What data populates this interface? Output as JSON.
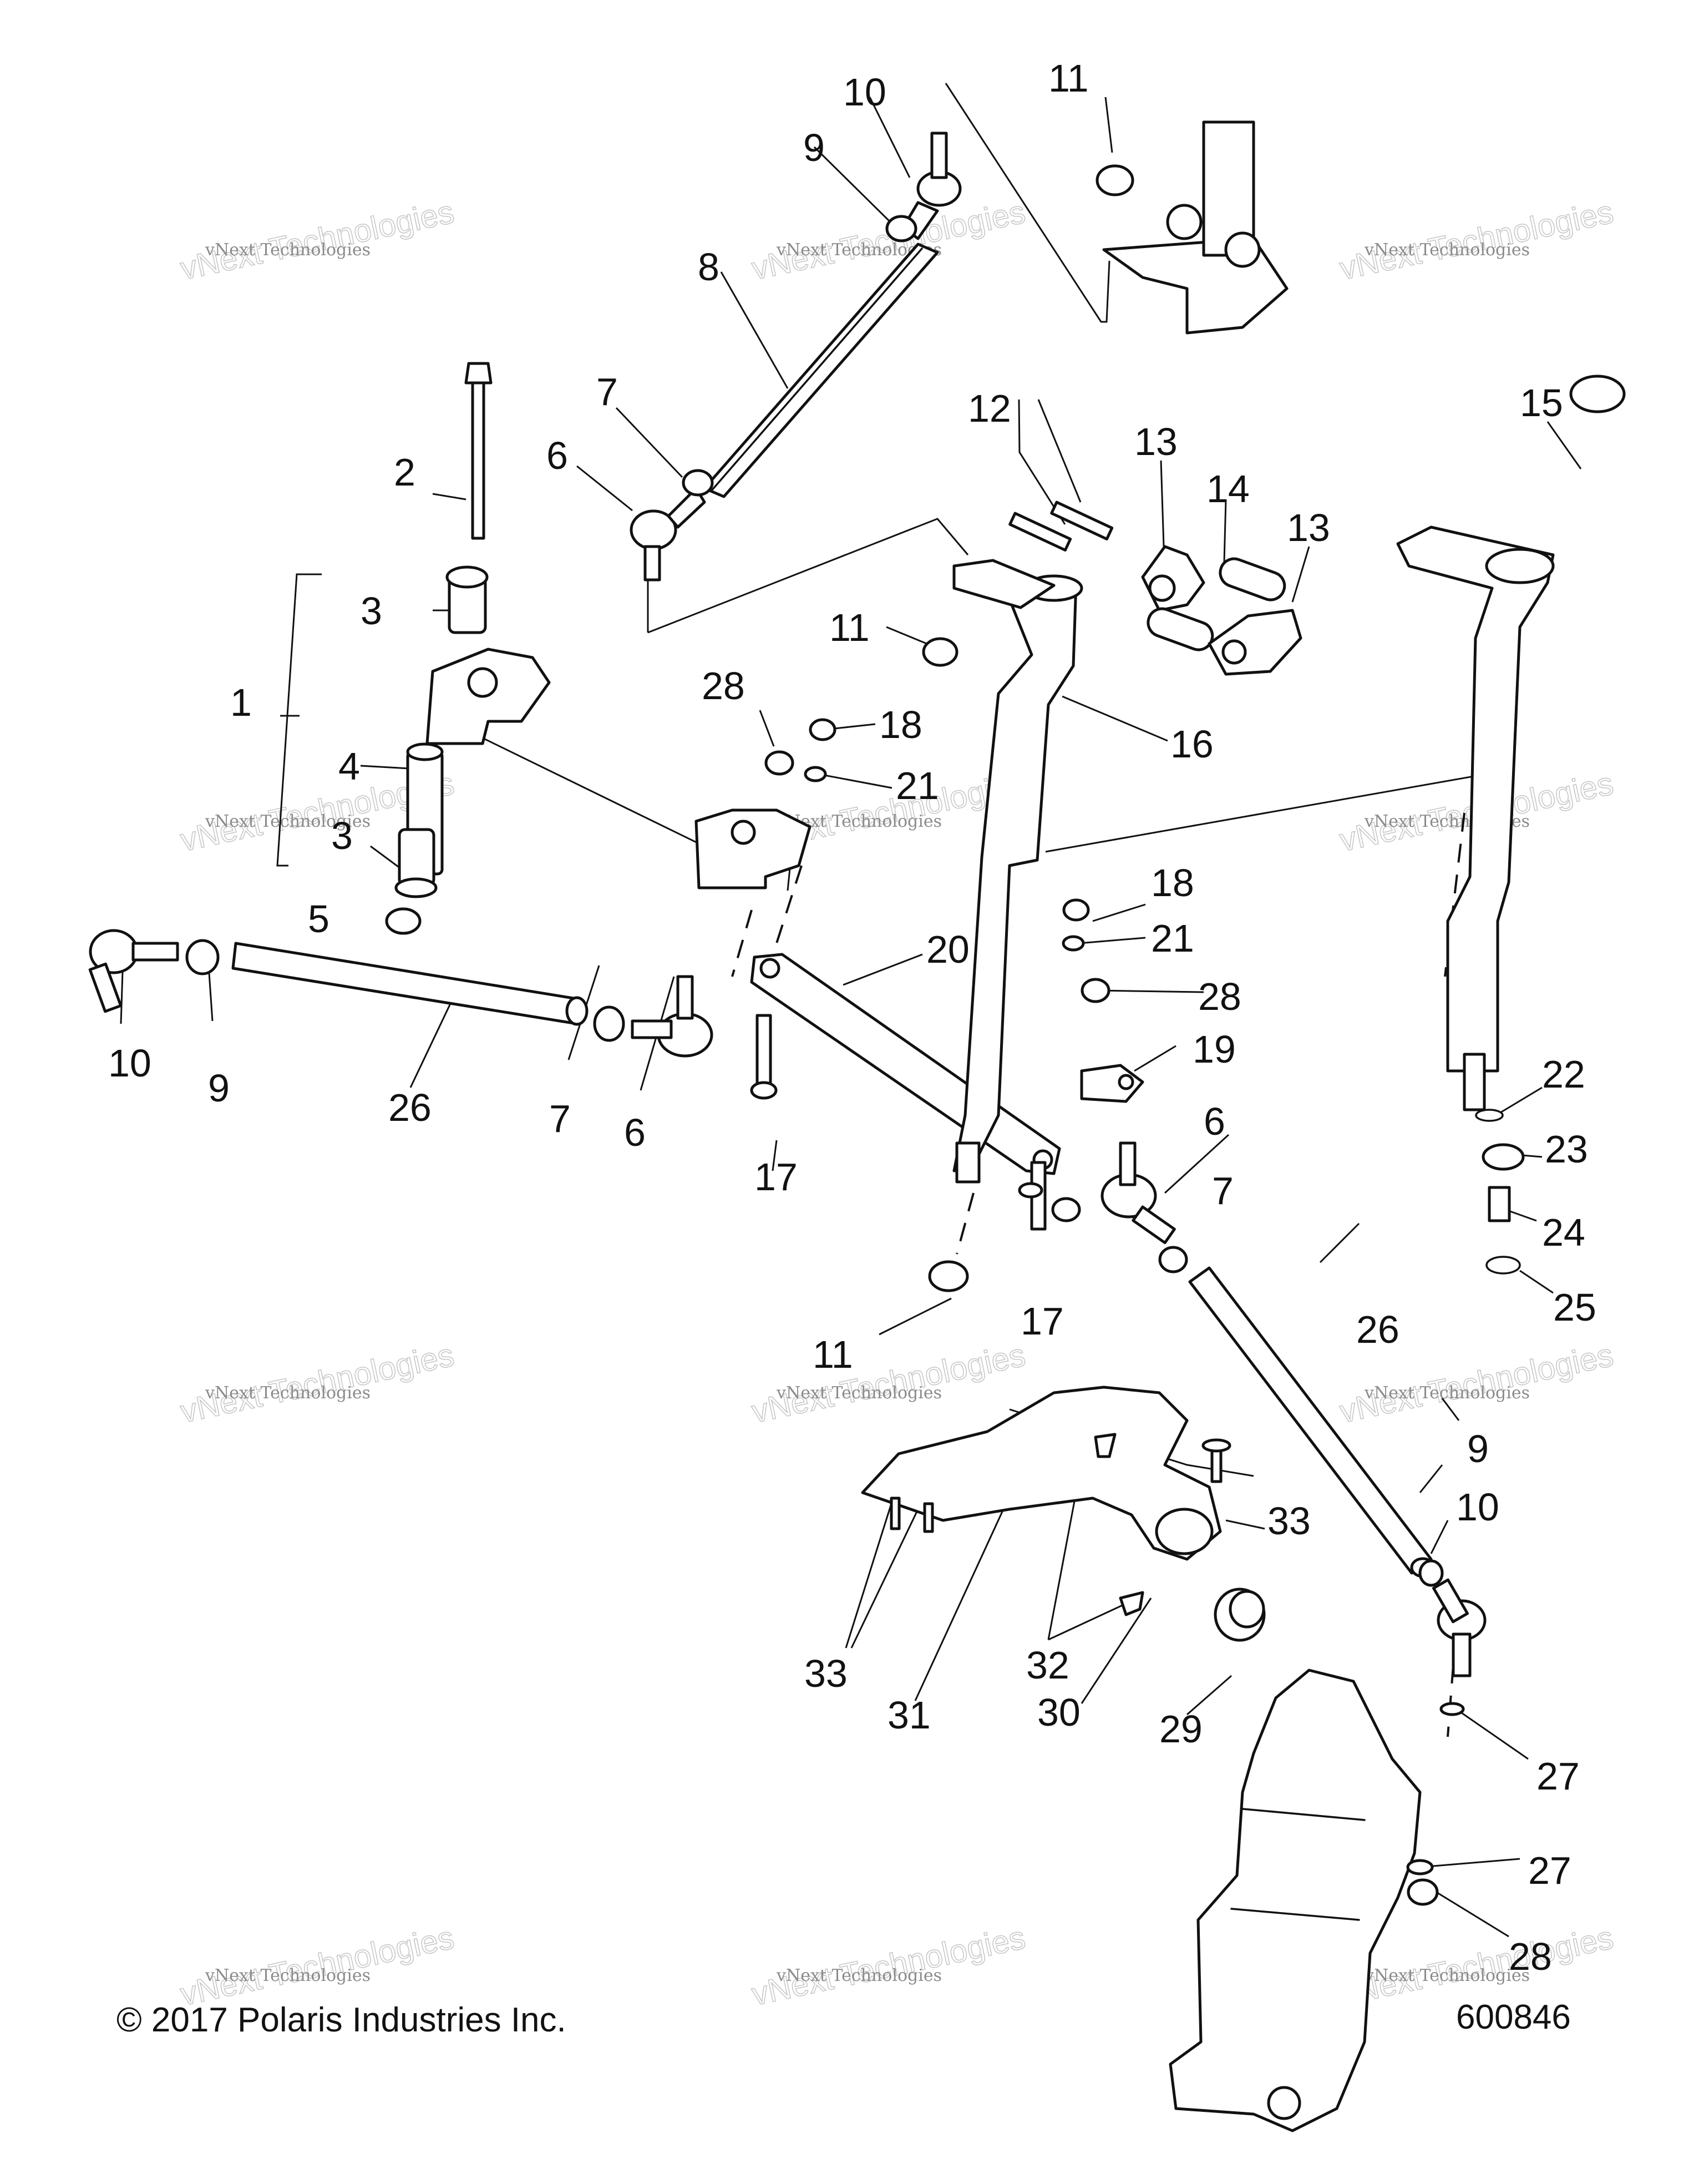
{
  "diagram": {
    "callouts": [
      "10",
      "11",
      "9",
      "8",
      "7",
      "6",
      "2",
      "3",
      "1",
      "4",
      "3",
      "5",
      "10",
      "9",
      "26",
      "7",
      "6",
      "12",
      "13",
      "14",
      "13",
      "15",
      "11",
      "28",
      "18",
      "21",
      "16",
      "20",
      "18",
      "21",
      "28",
      "19",
      "17",
      "6",
      "7",
      "17",
      "11",
      "26",
      "22",
      "23",
      "24",
      "25",
      "9",
      "10",
      "33",
      "33",
      "32",
      "31",
      "30",
      "29",
      "27",
      "27",
      "28"
    ],
    "watermark": {
      "line1": "vNext Technologies",
      "line2": "vNext Technologies"
    },
    "copyright": "© 2017 Polaris Industries Inc.",
    "figure_number": "600846"
  }
}
